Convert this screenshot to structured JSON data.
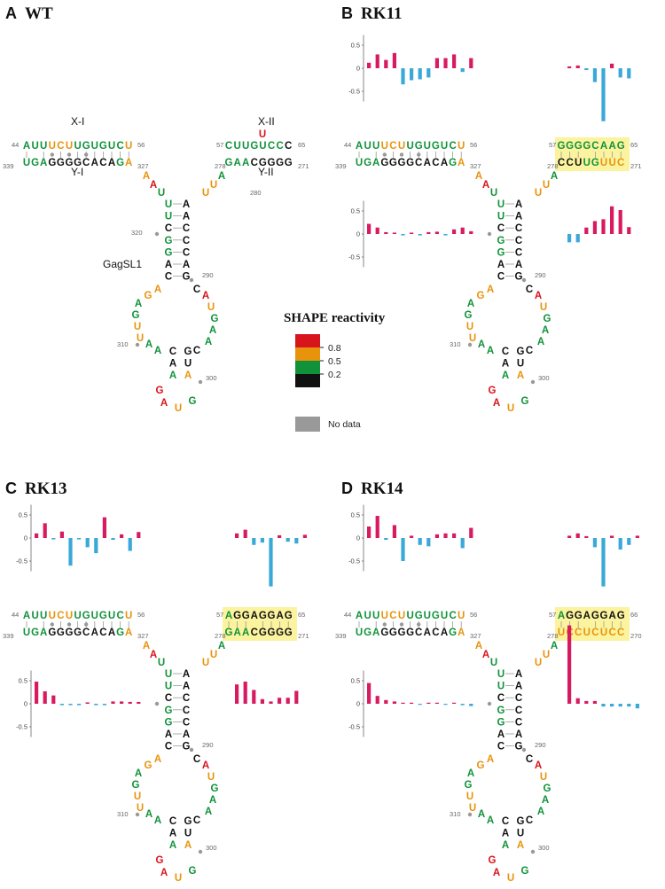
{
  "colors": {
    "black": "#111111",
    "green": "#10923a",
    "orange": "#e8930c",
    "red": "#d8141c",
    "gray": "#999999",
    "bar_positive": "#d81b60",
    "bar_negative": "#3aa8d8",
    "highlight": "#fbf39e",
    "pair_line": "#9a9a9a"
  },
  "legend": {
    "title": "SHAPE reactivity",
    "ticks": [
      "0.8",
      "0.5",
      "0.2"
    ],
    "no_data": "No data",
    "swatches": [
      "red",
      "orange",
      "green",
      "black"
    ]
  },
  "panels": {
    "A": {
      "letter": "A",
      "name": "WT",
      "labels": [
        "X-I",
        "X-II",
        "Y-I",
        "Y-II",
        "GagSL1"
      ],
      "x1_seq": "AUUUCUUGUGUCU",
      "x1_col": "gggoooggggggo",
      "y1_seq": "UGAGGGGCACAGA",
      "y1_col": "gggkkkkkkkkgo",
      "x2_seq": "CUUGUCCC",
      "x2_col": "ggggggg g",
      "x2_bulge": "U",
      "y2_seq": "GAACGGGG",
      "y2_col": "gggkkkkk",
      "nums": [
        "44",
        "56",
        "339",
        "327",
        "57",
        "65",
        "278",
        "271",
        "280",
        "320",
        "290",
        "310",
        "300"
      ]
    },
    "B": {
      "letter": "B",
      "name": "RK11",
      "x2_seq": "GGGGCAAG",
      "x2_col": "gggggggg",
      "y2_seq": "CCUUGUUC",
      "y2_col": "kkkggooo",
      "nums": [
        "44",
        "56",
        "339",
        "327",
        "57",
        "65",
        "278",
        "271",
        "310",
        "290",
        "300"
      ],
      "top_left_bars": [
        0.12,
        0.3,
        0.18,
        0.33,
        -0.35,
        -0.26,
        -0.24,
        -0.2,
        0.22,
        0.22,
        0.3,
        -0.08,
        0.22
      ],
      "top_right_bars": [
        0.04,
        0.06,
        -0.04,
        -0.3,
        -1.15,
        0.1,
        -0.2,
        -0.22
      ],
      "bot_left_bars": [
        0.22,
        0.14,
        0.04,
        0.03,
        -0.03,
        0.03,
        -0.03,
        0.04,
        0.05,
        -0.03,
        0.1,
        0.14,
        0.06
      ],
      "bot_right_bars": [
        -0.18,
        -0.18,
        0.14,
        0.28,
        0.32,
        0.6,
        0.52,
        0.15
      ]
    },
    "C": {
      "letter": "C",
      "name": "RK13",
      "x2_seq": "AGGAGGAG",
      "x2_col": "gkkkkkkk",
      "y2_seq": "GAACGGGG",
      "y2_col": "gggkkkkk",
      "nums": [
        "44",
        "56",
        "339",
        "327",
        "57",
        "65",
        "278",
        "271",
        "310",
        "290",
        "300"
      ],
      "top_left_bars": [
        0.1,
        0.32,
        -0.03,
        0.14,
        -0.6,
        -0.03,
        -0.2,
        -0.33,
        0.45,
        -0.04,
        0.08,
        -0.28,
        0.13
      ],
      "top_right_bars": [
        0.1,
        0.18,
        -0.15,
        -0.1,
        -1.05,
        0.06,
        -0.08,
        -0.12,
        0.07
      ],
      "bot_left_bars": [
        0.48,
        0.27,
        0.18,
        -0.03,
        -0.03,
        -0.03,
        0.03,
        -0.03,
        -0.03,
        0.05,
        0.05,
        0.04,
        0.04
      ],
      "bot_right_bars": [
        0.42,
        0.48,
        0.3,
        0.1,
        0.05,
        0.13,
        0.13,
        0.28
      ]
    },
    "D": {
      "letter": "D",
      "name": "RK14",
      "x2_seq": "AGGAGGAG",
      "x2_col": "gkkkkkkk",
      "y2_seq": "UCCUCUCC",
      "y2_col": "oooooooo",
      "nums": [
        "44",
        "56",
        "339",
        "327",
        "57",
        "66",
        "278",
        "270",
        "310",
        "290",
        "300"
      ],
      "top_left_bars": [
        0.25,
        0.48,
        -0.04,
        0.28,
        -0.5,
        0.05,
        -0.15,
        -0.18,
        0.08,
        0.1,
        0.1,
        -0.22,
        0.22
      ],
      "top_right_bars": [
        0.05,
        0.1,
        0.04,
        -0.2,
        -1.05,
        0.05,
        -0.25,
        -0.15,
        0.05
      ],
      "bot_left_bars": [
        0.45,
        0.17,
        0.08,
        0.05,
        0.02,
        0.02,
        -0.02,
        0.02,
        0.02,
        -0.02,
        0.02,
        -0.03,
        -0.05
      ],
      "bot_right_bars": [
        1.7,
        0.12,
        0.06,
        0.06,
        -0.06,
        -0.06,
        -0.06,
        -0.06,
        -0.1
      ]
    }
  },
  "gagsl1": {
    "left_stem_seq": "UUCGGAC",
    "left_stem_col": "ggkggkk",
    "right_stem_seq": "AACCCAG",
    "right_stem_col": "kkkkkkk",
    "left_loop_seq": "AGAGUUAA",
    "left_loop_col": "ooggoogg",
    "right_loop_seq": "CAUGAAC",
    "right_loop_col": "kroggg k",
    "inner_left_seq": "CAA",
    "inner_left_col": "kkg",
    "inner_right_seq": "GUA",
    "inner_right_col": "kko",
    "apex_seq": "GAUG",
    "apex_col": "rrog",
    "junction_left_seq": "AAU",
    "junction_left_col": "org",
    "junction_right_seq": "UUA",
    "junction_right_col": "oog"
  },
  "axis_ticks": [
    "0.5",
    "0",
    "-0.5"
  ]
}
